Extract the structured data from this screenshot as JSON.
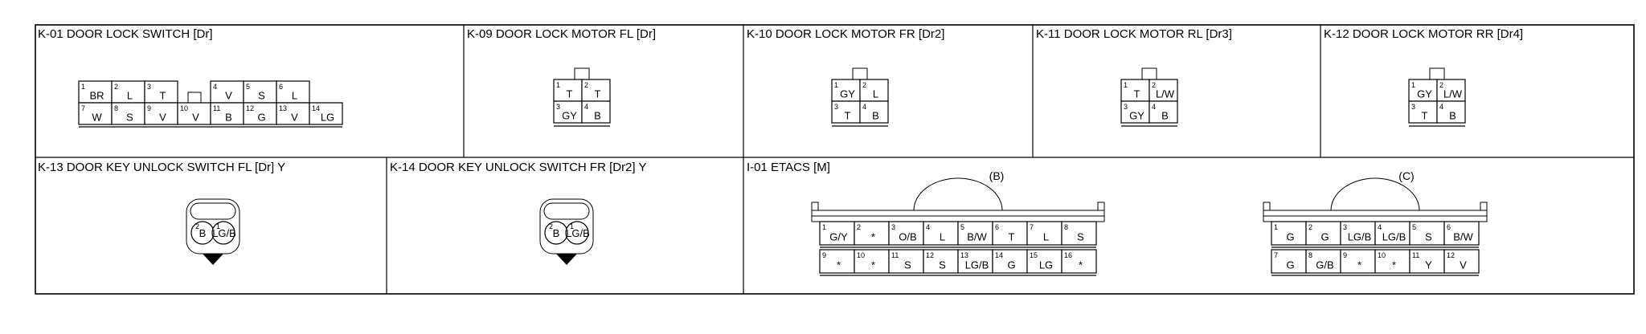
{
  "connectors": [
    {
      "id": "k01",
      "title": "K-01 DOOR LOCK SWITCH [Dr]",
      "rows": [
        [
          {
            "n": "1",
            "w": "BR"
          },
          {
            "n": "2",
            "w": "L"
          },
          {
            "n": "3",
            "w": "T"
          },
          null,
          {
            "n": "4",
            "w": "V"
          },
          {
            "n": "5",
            "w": "S"
          },
          {
            "n": "6",
            "w": "L"
          }
        ],
        [
          {
            "n": "7",
            "w": "W"
          },
          {
            "n": "8",
            "w": "S"
          },
          {
            "n": "9",
            "w": "V"
          },
          {
            "n": "10",
            "w": "V"
          },
          {
            "n": "11",
            "w": "B"
          },
          {
            "n": "12",
            "w": "G"
          },
          {
            "n": "13",
            "w": "V"
          },
          {
            "n": "14",
            "w": "LG"
          }
        ]
      ]
    },
    {
      "id": "k09",
      "title": "K-09 DOOR LOCK MOTOR FL [Dr]",
      "rows": [
        [
          {
            "n": "1",
            "w": "T"
          },
          {
            "n": "2",
            "w": "T"
          }
        ],
        [
          {
            "n": "3",
            "w": "GY"
          },
          {
            "n": "4",
            "w": "B"
          }
        ]
      ]
    },
    {
      "id": "k10",
      "title": "K-10 DOOR LOCK MOTOR FR [Dr2]",
      "rows": [
        [
          {
            "n": "1",
            "w": "GY"
          },
          {
            "n": "2",
            "w": "L"
          }
        ],
        [
          {
            "n": "3",
            "w": "T"
          },
          {
            "n": "4",
            "w": "B"
          }
        ]
      ]
    },
    {
      "id": "k11",
      "title": "K-11 DOOR LOCK MOTOR RL [Dr3]",
      "rows": [
        [
          {
            "n": "1",
            "w": "T"
          },
          {
            "n": "2",
            "w": "L/W"
          }
        ],
        [
          {
            "n": "3",
            "w": "GY"
          },
          {
            "n": "4",
            "w": "B"
          }
        ]
      ]
    },
    {
      "id": "k12",
      "title": "K-12 DOOR LOCK MOTOR RR [Dr4]",
      "rows": [
        [
          {
            "n": "1",
            "w": "GY"
          },
          {
            "n": "2",
            "w": "L/W"
          }
        ],
        [
          {
            "n": "3",
            "w": "T"
          },
          {
            "n": "4",
            "w": "B"
          }
        ]
      ]
    },
    {
      "id": "k13",
      "title": "K-13 DOOR KEY UNLOCK SWITCH FL [Dr] Y",
      "pins": [
        {
          "n": "2",
          "w": "B"
        },
        {
          "n": "1",
          "w": "LG/B"
        }
      ]
    },
    {
      "id": "k14",
      "title": "K-14 DOOR KEY UNLOCK SWITCH FR [Dr2] Y",
      "pins": [
        {
          "n": "2",
          "w": "B"
        },
        {
          "n": "1",
          "w": "LG/B"
        }
      ]
    },
    {
      "id": "i01",
      "title": "I-01 ETACS [M]",
      "blocks": [
        {
          "label": "(B)",
          "rows": [
            [
              {
                "n": "1",
                "w": "G/Y"
              },
              {
                "n": "2",
                "w": "*"
              },
              {
                "n": "3",
                "w": "O/B"
              },
              {
                "n": "4",
                "w": "L"
              },
              {
                "n": "5",
                "w": "B/W"
              },
              {
                "n": "6",
                "w": "T"
              },
              {
                "n": "7",
                "w": "L"
              },
              {
                "n": "8",
                "w": "S"
              }
            ],
            [
              {
                "n": "9",
                "w": "*"
              },
              {
                "n": "10",
                "w": "*"
              },
              {
                "n": "11",
                "w": "S"
              },
              {
                "n": "12",
                "w": "S"
              },
              {
                "n": "13",
                "w": "LG/B"
              },
              {
                "n": "14",
                "w": "G"
              },
              {
                "n": "15",
                "w": "LG"
              },
              {
                "n": "16",
                "w": "*"
              }
            ]
          ]
        },
        {
          "label": "(C)",
          "rows": [
            [
              {
                "n": "1",
                "w": "G"
              },
              {
                "n": "2",
                "w": "G"
              },
              {
                "n": "3",
                "w": "LG/B"
              },
              {
                "n": "4",
                "w": "LG/B"
              },
              {
                "n": "5",
                "w": "S"
              },
              {
                "n": "6",
                "w": "B/W"
              }
            ],
            [
              {
                "n": "7",
                "w": "G"
              },
              {
                "n": "8",
                "w": "G/B"
              },
              {
                "n": "9",
                "w": "*"
              },
              {
                "n": "10",
                "w": "*"
              },
              {
                "n": "11",
                "w": "Y"
              },
              {
                "n": "12",
                "w": "V"
              }
            ]
          ]
        }
      ]
    }
  ]
}
